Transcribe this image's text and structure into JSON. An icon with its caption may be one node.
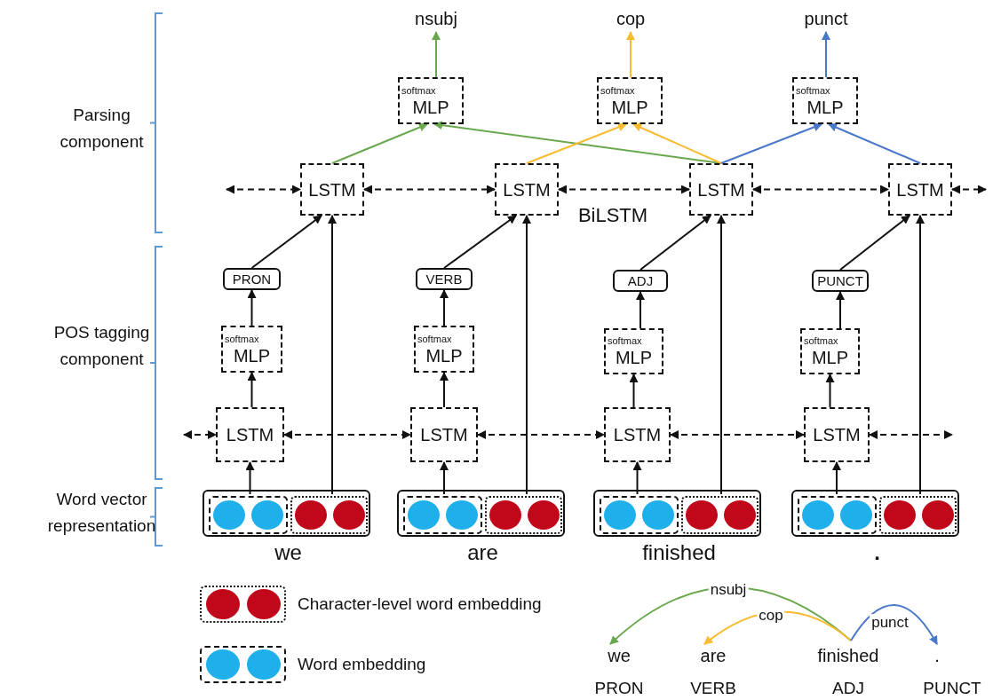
{
  "diagram": {
    "nodes": [
      {
        "text": [
          "nsubj"
        ]
      },
      {
        "text": [
          "cop"
        ]
      },
      {
        "text": [
          "punct"
        ]
      },
      {
        "text": [
          "softmax",
          "MLP"
        ]
      },
      {
        "text": [
          "softmax",
          "MLP"
        ]
      },
      {
        "text": [
          "softmax",
          "MLP"
        ]
      },
      {
        "text": [
          "LSTM"
        ]
      },
      {
        "text": [
          "LSTM"
        ]
      },
      {
        "text": [
          "LSTM"
        ]
      },
      {
        "text": [
          "LSTM"
        ]
      },
      {
        "text": [
          "PRON"
        ]
      },
      {
        "text": [
          "VERB"
        ]
      },
      {
        "text": [
          "ADJ"
        ]
      },
      {
        "text": [
          "PUNCT"
        ]
      },
      {
        "text": [
          "softmax",
          "MLP"
        ]
      },
      {
        "text": [
          "softmax",
          "MLP"
        ]
      },
      {
        "text": [
          "softmax",
          "MLP"
        ]
      },
      {
        "text": [
          "softmax",
          "MLP"
        ]
      },
      {
        "text": [
          "LSTM"
        ]
      },
      {
        "text": [
          "LSTM"
        ]
      },
      {
        "text": [
          "LSTM"
        ]
      },
      {
        "text": [
          "LSTM"
        ]
      },
      {
        "text": [],
        "shape": "box",
        "beside": [
          "we"
        ]
      },
      {
        "text": [],
        "shape": "box",
        "in": 22
      },
      {
        "text": [],
        "shape": "box",
        "in": 22
      },
      {
        "text": [],
        "shape": "box",
        "beside": [
          "are"
        ]
      },
      {
        "text": [],
        "shape": "box",
        "in": 25
      },
      {
        "text": [],
        "shape": "box",
        "in": 25
      },
      {
        "text": [],
        "shape": "box",
        "beside": [
          "finished"
        ]
      },
      {
        "text": [],
        "shape": "box",
        "in": 28
      },
      {
        "text": [],
        "shape": "box",
        "in": 28
      },
      {
        "text": [],
        "shape": "box",
        "beside": [
          "."
        ]
      },
      {
        "text": [],
        "shape": "box",
        "in": 31
      },
      {
        "text": [],
        "shape": "box",
        "in": 31
      },
      {
        "text": [
          "we"
        ]
      },
      {
        "text": [
          "are"
        ]
      },
      {
        "text": [
          "finished"
        ]
      },
      {
        "text": [
          "."
        ]
      }
    ],
    "edges": [
      {
        "from": 3,
        "to": 0,
        "arrow": "to",
        "color": "#6aa84f"
      },
      {
        "from": 4,
        "to": 1,
        "arrow": "to",
        "color": "#f9bb2f"
      },
      {
        "from": 5,
        "to": 2,
        "arrow": "to",
        "color": "#4a78c8"
      },
      {
        "from": 6,
        "to": 3,
        "arrow": "to",
        "color": "#6aa84f"
      },
      {
        "from": 8,
        "to": 3,
        "arrow": "to",
        "color": "#6aa84f"
      },
      {
        "from": 7,
        "to": 4,
        "arrow": "to",
        "color": "#f9bb2f"
      },
      {
        "from": 8,
        "to": 4,
        "arrow": "to",
        "color": "#f9bb2f"
      },
      {
        "from": 8,
        "to": 5,
        "arrow": "to",
        "color": "#4a78c8"
      },
      {
        "from": 9,
        "to": 5,
        "arrow": "to",
        "color": "#4a78c8"
      },
      {
        "from": null,
        "to": 6,
        "arrow": "both",
        "style": "dashed"
      },
      {
        "from": 6,
        "to": 7,
        "arrow": "both",
        "style": "dashed"
      },
      {
        "from": 7,
        "to": 8,
        "arrow": "both",
        "style": "dashed"
      },
      {
        "from": 8,
        "to": 9,
        "arrow": "both",
        "style": "dashed"
      },
      {
        "from": 9,
        "to": null,
        "arrow": "both",
        "style": "dashed"
      },
      {
        "from": 10,
        "to": 6,
        "arrow": "to"
      },
      {
        "from": 24,
        "to": 6,
        "arrow": "to"
      },
      {
        "from": 11,
        "to": 7,
        "arrow": "to"
      },
      {
        "from": 27,
        "to": 7,
        "arrow": "to"
      },
      {
        "from": 12,
        "to": 8,
        "arrow": "to"
      },
      {
        "from": 30,
        "to": 8,
        "arrow": "to"
      },
      {
        "from": 13,
        "to": 9,
        "arrow": "to"
      },
      {
        "from": 33,
        "to": 9,
        "arrow": "to"
      },
      {
        "from": 14,
        "to": 10,
        "arrow": "to"
      },
      {
        "from": 15,
        "to": 11,
        "arrow": "to"
      },
      {
        "from": 16,
        "to": 12,
        "arrow": "to"
      },
      {
        "from": 17,
        "to": 13,
        "arrow": "to"
      },
      {
        "from": 18,
        "to": 14,
        "arrow": "to"
      },
      {
        "from": 19,
        "to": 15,
        "arrow": "to"
      },
      {
        "from": 20,
        "to": 16,
        "arrow": "to"
      },
      {
        "from": 21,
        "to": 17,
        "arrow": "to"
      },
      {
        "from": 23,
        "to": 18,
        "arrow": "to"
      },
      {
        "from": 26,
        "to": 19,
        "arrow": "to"
      },
      {
        "from": 29,
        "to": 20,
        "arrow": "to"
      },
      {
        "from": 32,
        "to": 21,
        "arrow": "to"
      },
      {
        "from": null,
        "to": 18,
        "arrow": "both",
        "style": "dashed"
      },
      {
        "from": 18,
        "to": 19,
        "arrow": "both",
        "style": "dashed"
      },
      {
        "from": 19,
        "to": 20,
        "arrow": "both",
        "style": "dashed"
      },
      {
        "from": 20,
        "to": 21,
        "arrow": "both",
        "style": "dashed"
      },
      {
        "from": 21,
        "to": null,
        "arrow": "both",
        "style": "dashed"
      },
      {
        "from": 36,
        "to": 34,
        "arrow": "to",
        "label": "nsubj",
        "color": "#6aa84f"
      },
      {
        "from": 36,
        "to": 35,
        "arrow": "to",
        "label": "cop",
        "color": "#f9bb2f"
      },
      {
        "from": 36,
        "to": 37,
        "arrow": "to",
        "label": "punct",
        "color": "#4a78c8"
      }
    ],
    "labels": [
      "Parsing component",
      "BiLSTM",
      "POS tagging component",
      "Word vector representation",
      "PRON",
      "VERB",
      "ADJ",
      "PUNCT"
    ],
    "legend": [
      {
        "text": "Character-level word embedding"
      },
      {
        "text": "Word embedding"
      }
    ]
  }
}
